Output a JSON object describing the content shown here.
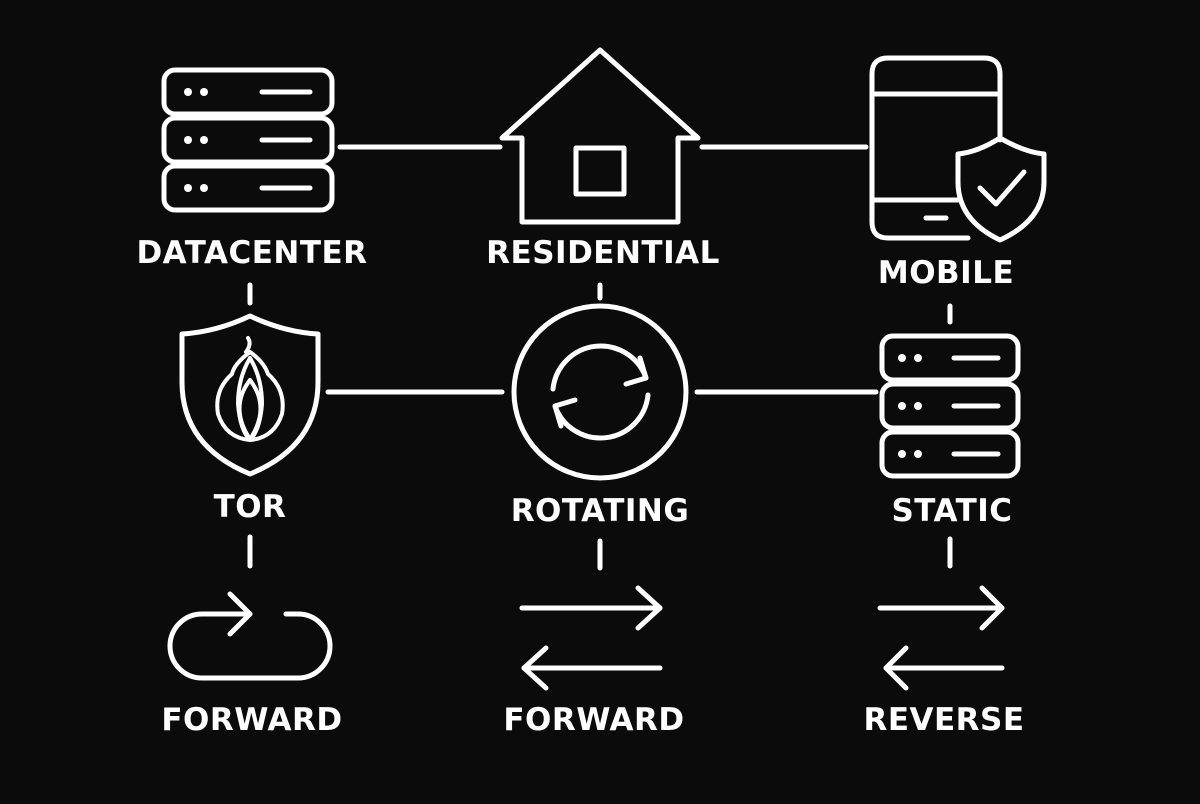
{
  "background_color": "#0b0b0b",
  "line_color": "#ffffff",
  "nodes": {
    "datacenter": {
      "label": "DATACENTER",
      "icon": "server-stack-icon"
    },
    "residential": {
      "label": "RESIDENTIAL",
      "icon": "house-icon"
    },
    "mobile": {
      "label": "MOBILE",
      "icon": "phone-shield-icon"
    },
    "tor": {
      "label": "TOR",
      "icon": "onion-shield-icon"
    },
    "rotating": {
      "label": "ROTATING",
      "icon": "rotate-circle-icon"
    },
    "static": {
      "label": "STATIC",
      "icon": "server-stack-icon"
    },
    "forward_loop": {
      "label": "FORWARD",
      "icon": "loop-arrow-icon"
    },
    "forward_arrows": {
      "label": "FORWARD",
      "icon": "bidirectional-arrows-icon"
    },
    "reverse_arrows": {
      "label": "REVERSE",
      "icon": "bidirectional-arrows-icon"
    }
  }
}
